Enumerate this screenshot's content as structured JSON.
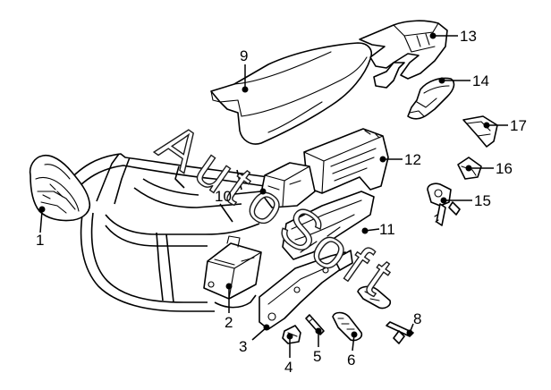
{
  "callouts": [
    {
      "id": 1,
      "label": "1"
    },
    {
      "id": 2,
      "label": "2"
    },
    {
      "id": 3,
      "label": "3"
    },
    {
      "id": 4,
      "label": "4"
    },
    {
      "id": 5,
      "label": "5"
    },
    {
      "id": 6,
      "label": "6"
    },
    {
      "id": 8,
      "label": "8"
    },
    {
      "id": 9,
      "label": "9"
    },
    {
      "id": 10,
      "label": "10"
    },
    {
      "id": 11,
      "label": "11"
    },
    {
      "id": 12,
      "label": "12"
    },
    {
      "id": 13,
      "label": "13"
    },
    {
      "id": 14,
      "label": "14"
    },
    {
      "id": 15,
      "label": "15"
    },
    {
      "id": 16,
      "label": "16"
    },
    {
      "id": 17,
      "label": "17"
    }
  ],
  "watermark": {
    "letters": [
      "A",
      "u",
      "t",
      "o",
      "S",
      "o",
      "f",
      "t"
    ]
  },
  "colors": {
    "line": "#000000",
    "background": "#ffffff"
  }
}
